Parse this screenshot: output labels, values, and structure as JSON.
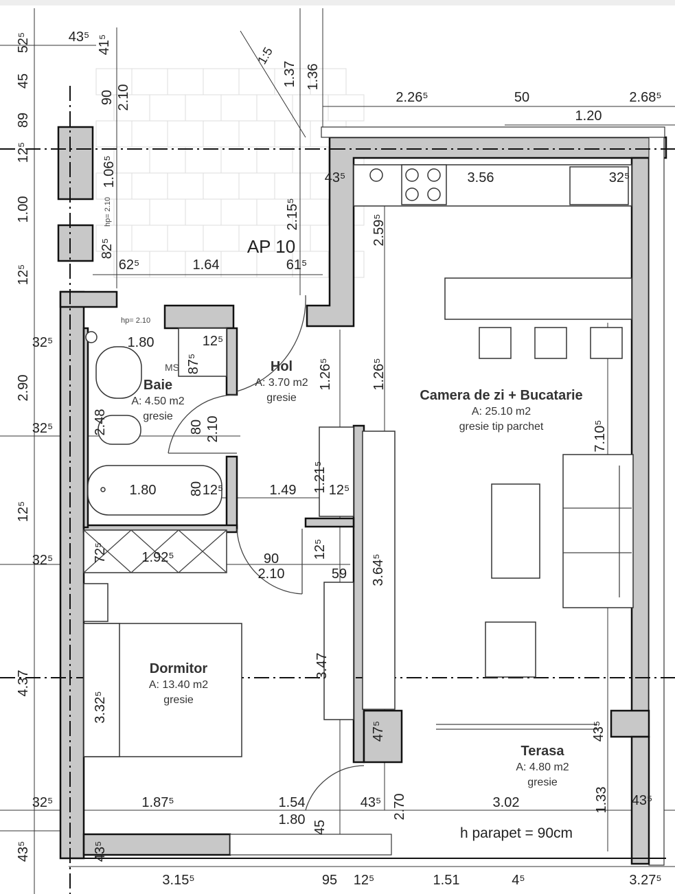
{
  "plan": {
    "apartment_label": "AP 10",
    "parapet_note": "h parapet = 90cm",
    "rooms": [
      {
        "name": "Baie",
        "area": "A: 4.50 m2",
        "finish": "gresie"
      },
      {
        "name": "Hol",
        "area": "A: 3.70 m2",
        "finish": "gresie"
      },
      {
        "name": "Camera de zi + Bucatarie",
        "area": "A: 25.10 m2",
        "finish": "gresie tip parchet"
      },
      {
        "name": "Dormitor",
        "area": "A: 13.40 m2",
        "finish": "gresie"
      },
      {
        "name": "Terasa",
        "area": "A: 4.80 m2",
        "finish": "gresie"
      }
    ],
    "dimensions": [
      "52⁵",
      "43⁵",
      "41⁵",
      "45",
      "89",
      "12⁵",
      "1.00",
      "12⁵",
      "90",
      "2.10",
      "1.06⁵",
      "82⁵",
      "62⁵",
      "1.64",
      "61⁵",
      "2.15⁵",
      "1.37",
      "1.36",
      "2.26⁵",
      "50",
      "2.68⁵",
      "1.20",
      "43⁵",
      "3.56",
      "32⁵",
      "2.59⁵",
      "32⁵",
      "2.90",
      "32⁵",
      "12⁵",
      "32⁵",
      "4.37",
      "32⁵",
      "43⁵",
      "1.80",
      "12⁵",
      "87⁵",
      "2.48",
      "80",
      "2.10",
      "1.80",
      "80",
      "12⁵",
      "1.49",
      "12⁵",
      "1.21⁵",
      "1.26⁵",
      "1.26⁵",
      "72⁵",
      "1.92⁵",
      "90",
      "2.10",
      "12⁵",
      "59",
      "3.64⁵",
      "7.10⁵",
      "3.47",
      "3.32⁵",
      "47⁵",
      "43⁵",
      "1.33",
      "43⁵",
      "1.87⁵",
      "1.54",
      "43⁵",
      "2.70",
      "3.02",
      "1.80",
      "45",
      "43⁵",
      "3.15⁵",
      "95",
      "12⁵",
      "1.51",
      "4⁵",
      "3.27⁵"
    ],
    "small_notes": [
      "hp= 2.10",
      "hp= 2.10",
      "MS",
      "1:5"
    ]
  }
}
